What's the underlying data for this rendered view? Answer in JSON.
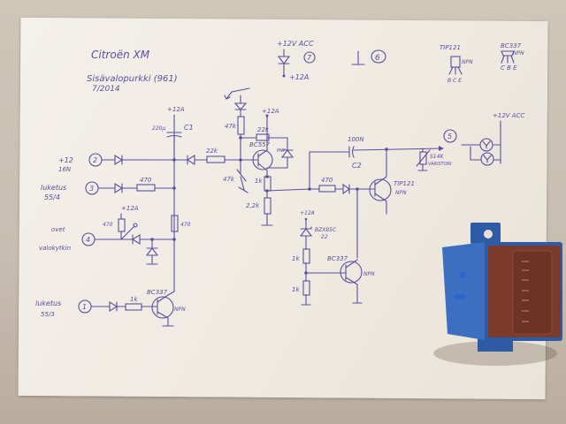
{
  "title": {
    "line1": "Citroën XM",
    "line2": "Sisävalopurkki (961)",
    "date": "7/2014"
  },
  "top_labels": {
    "acc_supply": "+12V ACC",
    "acc_pin": "7",
    "acc_out": "+12A",
    "ground_pin": "6"
  },
  "pinouts": {
    "tip121": {
      "name": "TIP121",
      "type": "NPN",
      "pins": "B C E"
    },
    "bc337": {
      "name": "BC337",
      "type": "NPN",
      "pins": "C B E"
    }
  },
  "inputs": [
    {
      "pin": "2",
      "label1": "+12",
      "label2": "16N"
    },
    {
      "pin": "3",
      "label1": "luketus",
      "label2": "55/4"
    },
    {
      "pin": "4",
      "label1": "ovet",
      "label2": "valokytkin"
    },
    {
      "pin": "1",
      "label1": "luketus",
      "label2": "55/3"
    }
  ],
  "components": {
    "c1": "C1",
    "c1_value": "220µ",
    "c1_supply": "+12A",
    "r_in3": "470",
    "r_in4_supply": "+12A",
    "r_in4": "470",
    "r_bus": "470",
    "r_base_q1": "1k",
    "q1": "BC337",
    "q1_type": "NPN",
    "r_22k_a": "22k",
    "r_47k": "47k",
    "r_22k_b": "22k",
    "q2": "BC557",
    "q2_type": "PNP",
    "q2_supply": "+12A",
    "r_1k_a": "1k",
    "r_2k2": "2,2k",
    "r_47k_b": "47k",
    "c2": "C2",
    "c2_value": "100N",
    "r_470_b": "470",
    "q3": "TIP121",
    "q3_type": "NPN",
    "zener_supply": "+12A",
    "zener": "BZX85C",
    "zener_value": "22",
    "r_1k_b": "1k",
    "r_1k_c": "1k",
    "q4": "BC337",
    "q4_type": "NPN",
    "varistor": "S14K",
    "varistor_label": "VARISTORI",
    "out_pin": "5",
    "lamp_supply": "+12V ACC"
  },
  "colors": {
    "ink": "#5b4f9e",
    "paper": "#f1ede6",
    "relay_blue": "#3d6fc0",
    "relay_connector": "#7a3a2c"
  }
}
